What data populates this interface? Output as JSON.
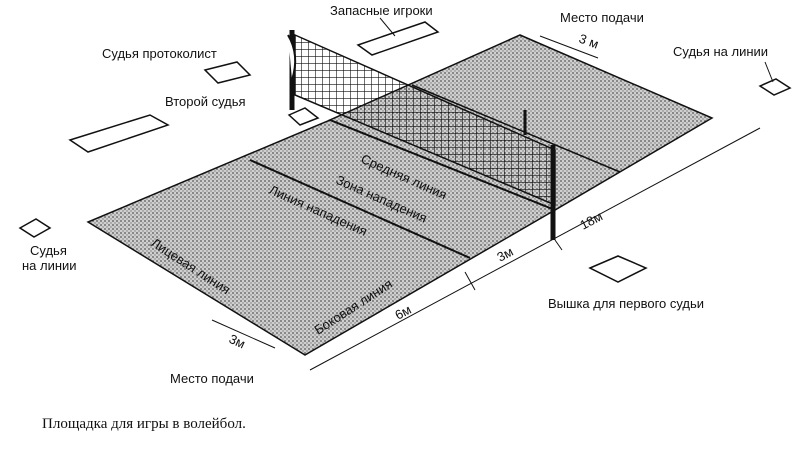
{
  "labels": {
    "reserve_players": "Запасные игроки",
    "serve_place_top": "Место подачи",
    "three_m_top": "3 м",
    "line_judge_right": "Судья на линии",
    "scorer": "Судья протоколист",
    "second_referee": "Второй судья",
    "center_line": "Средняя линия",
    "attack_zone": "Зона нападения",
    "attack_line": "Линия нападения",
    "line_judge_left_1": "Судья",
    "line_judge_left_2": "на линии",
    "end_line": "Лицевая линия",
    "side_line": "Боковая линия",
    "dim_18m": "18м",
    "dim_3m_right": "3м",
    "dim_6m": "6м",
    "dim_3m_bottom": "3м",
    "serve_place_bottom": "Место подачи",
    "first_referee_stand": "Вышка для первого судьи"
  },
  "caption": "Площадка для игры в волейбол.",
  "colors": {
    "ink": "#111111",
    "court_fill": "#b8b8b8"
  }
}
